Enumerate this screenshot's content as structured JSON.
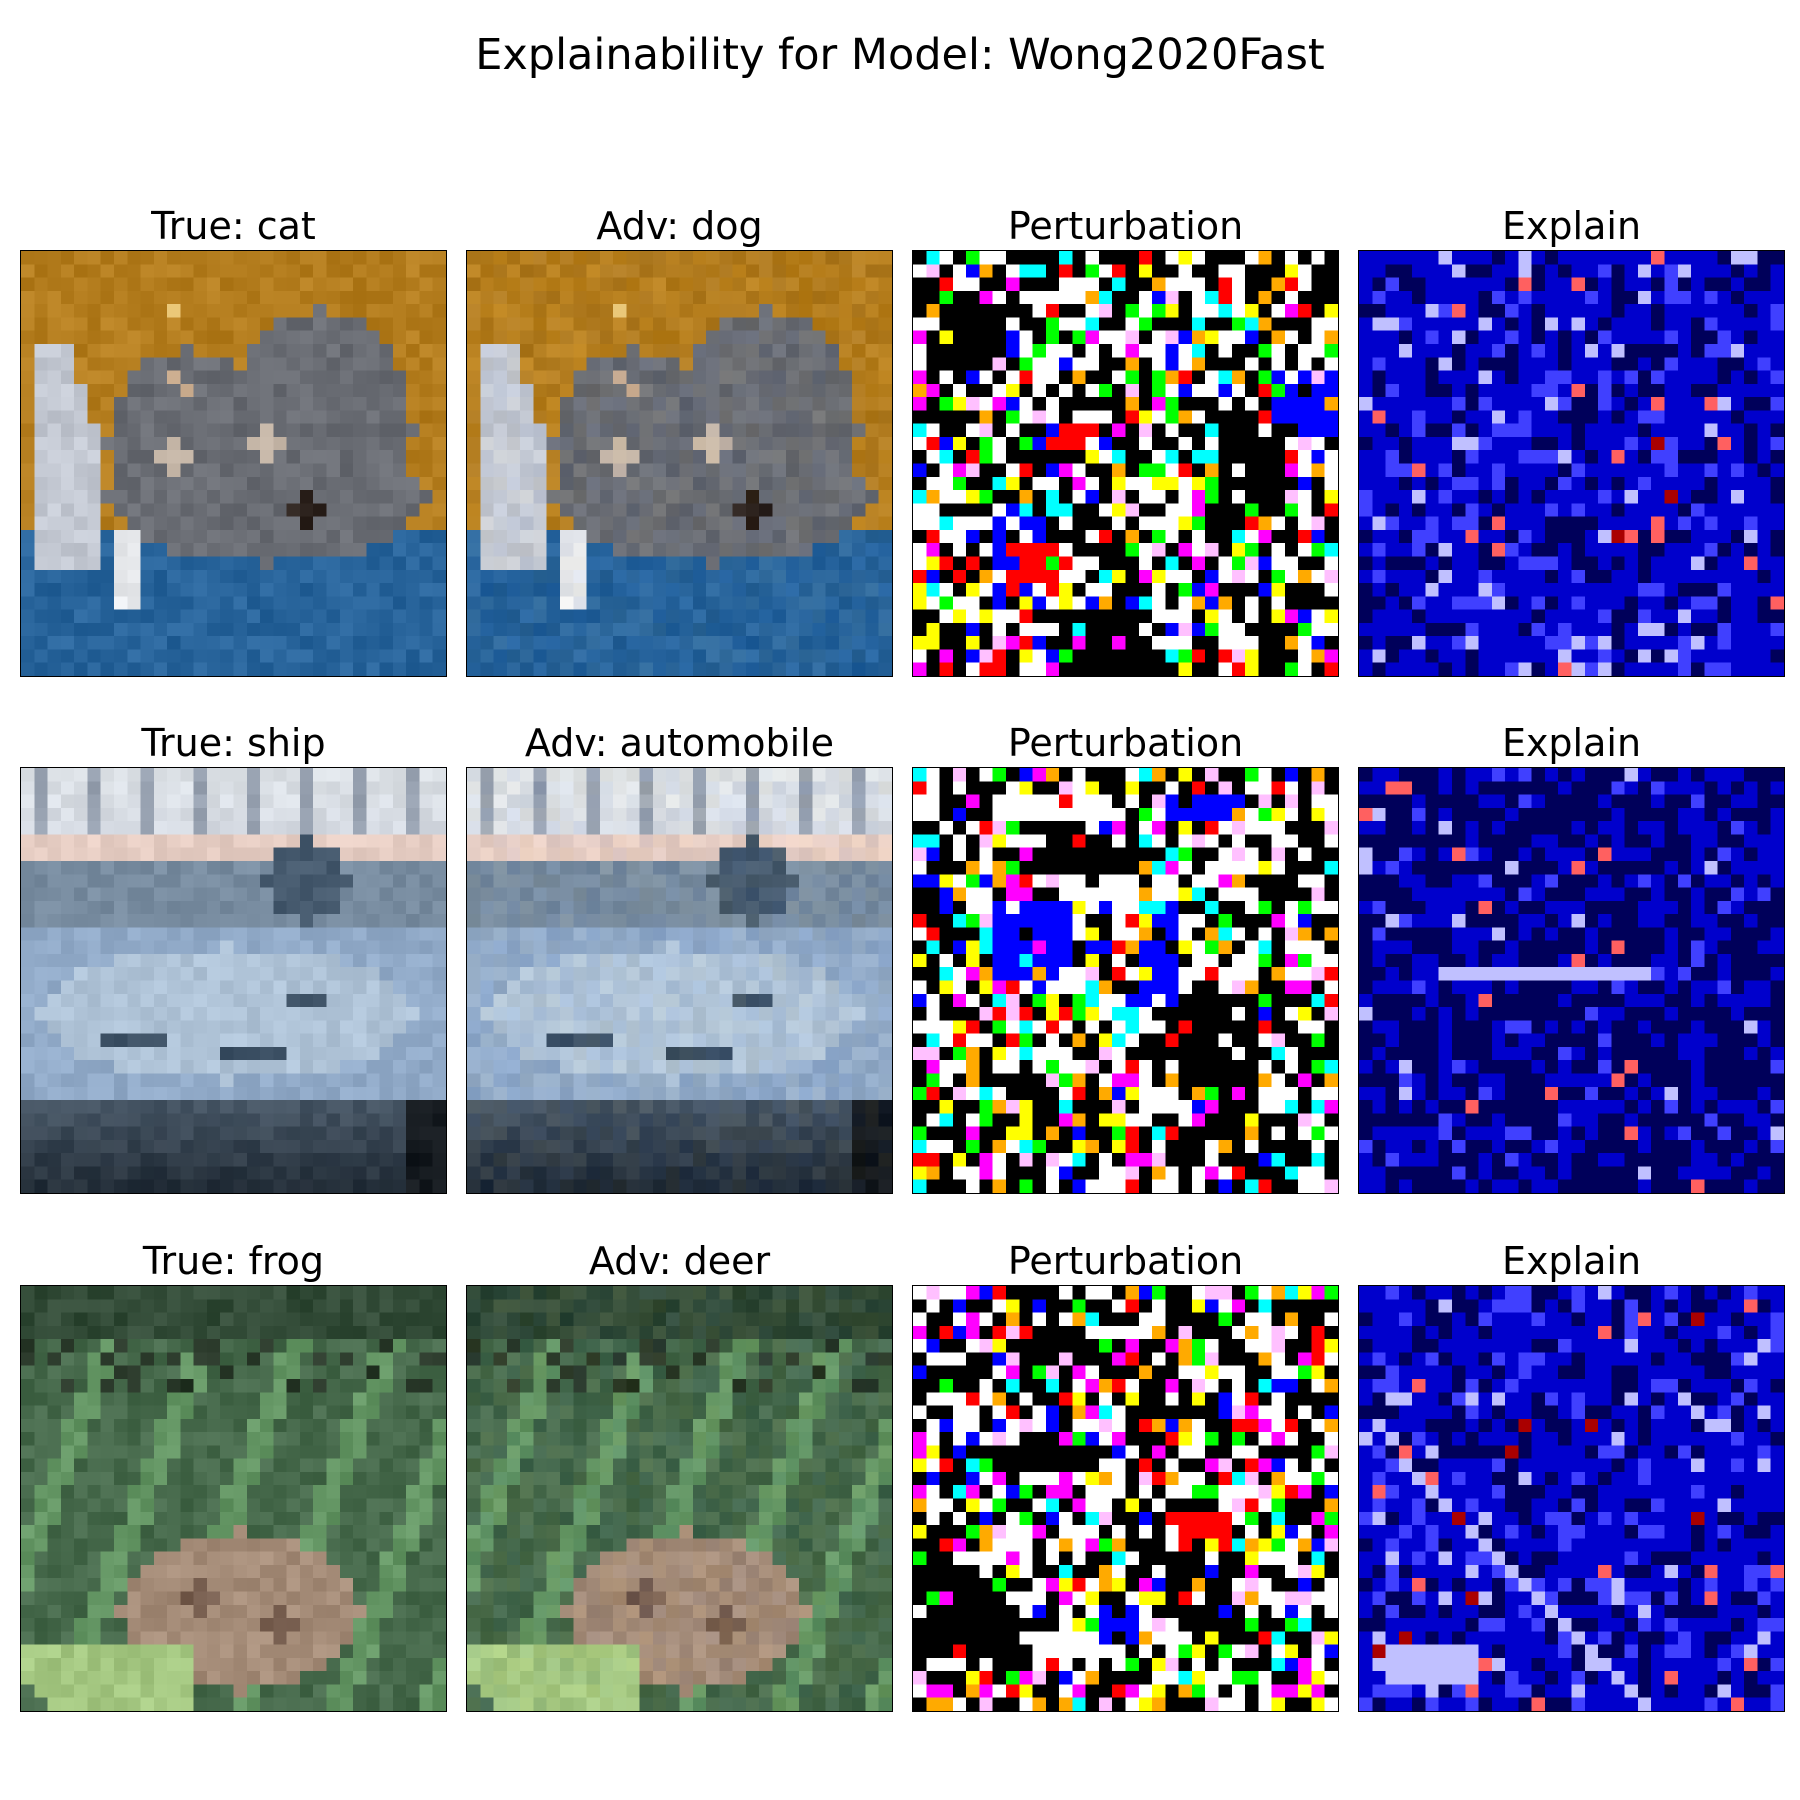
{
  "figure": {
    "title": "Explainability for Model: Wong2020Fast"
  },
  "rows": [
    {
      "panels": [
        {
          "kind": "original",
          "subject": "cat",
          "title": "True: cat"
        },
        {
          "kind": "adversarial",
          "subject": "cat",
          "title": "Adv: dog"
        },
        {
          "kind": "perturbation",
          "subject": "cat",
          "title": "Perturbation"
        },
        {
          "kind": "explain",
          "subject": "cat",
          "title": "Explain"
        }
      ]
    },
    {
      "panels": [
        {
          "kind": "original",
          "subject": "ship",
          "title": "True: ship"
        },
        {
          "kind": "adversarial",
          "subject": "ship",
          "title": "Adv: automobile"
        },
        {
          "kind": "perturbation",
          "subject": "ship",
          "title": "Perturbation"
        },
        {
          "kind": "explain",
          "subject": "ship",
          "title": "Explain"
        }
      ]
    },
    {
      "panels": [
        {
          "kind": "original",
          "subject": "frog",
          "title": "True: frog"
        },
        {
          "kind": "adversarial",
          "subject": "frog",
          "title": "Adv: deer"
        },
        {
          "kind": "perturbation",
          "subject": "frog",
          "title": "Perturbation"
        },
        {
          "kind": "explain",
          "subject": "frog",
          "title": "Explain"
        }
      ]
    }
  ],
  "colors": {
    "axes_border": "#000000",
    "background": "#ffffff",
    "perturbation_palette": [
      "#000000",
      "#ffffff",
      "#0000ff",
      "#ff0000",
      "#00ffff",
      "#ffff00",
      "#00ff00",
      "#ff00ff",
      "#ffc0ff",
      "#ffaa00"
    ],
    "explain_colormap": [
      "#00005a",
      "#0000cc",
      "#4040ff",
      "#c0c0ff",
      "#ff6060",
      "#aa0000"
    ]
  }
}
